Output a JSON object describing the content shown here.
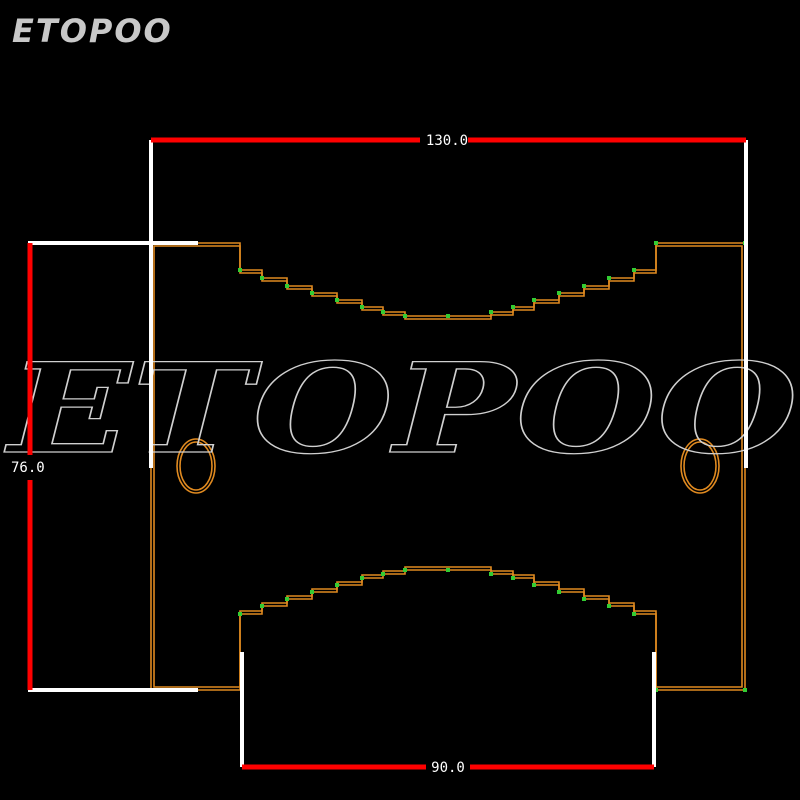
{
  "logo": {
    "text": "ETOPOO"
  },
  "watermark": {
    "text": "ETOPOO"
  },
  "dimensions": {
    "top_width": "130.0",
    "left_height": "76.0",
    "bottom_width": "90.0"
  },
  "colors": {
    "background": "#000000",
    "dimension_line": "#ff0000",
    "extension_line": "#ffffff",
    "outline": "#e08a20",
    "node": "#33cc33",
    "logo": "#c8c8c8",
    "watermark_stroke": "#d0d0d0",
    "label_text": "#ffffff"
  }
}
